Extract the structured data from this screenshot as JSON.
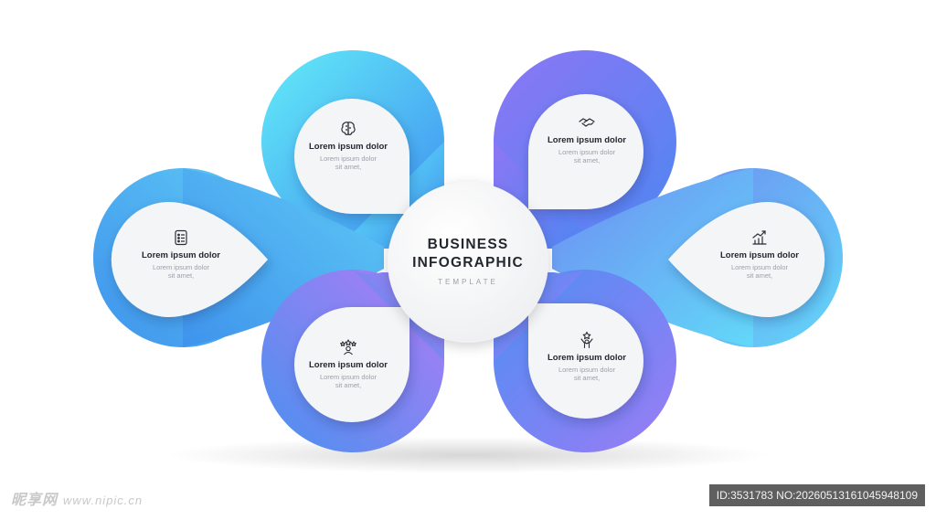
{
  "center": {
    "title_line1": "BUSINESS",
    "title_line2": "INFOGRAPHIC",
    "subtitle": "TEMPLATE"
  },
  "items": [
    {
      "icon": "brain-icon",
      "title": "Lorem ipsum dolor",
      "desc_line1": "Lorem ipsum dolor",
      "desc_line2": "sit amet,"
    },
    {
      "icon": "handshake-icon",
      "title": "Lorem ipsum dolor",
      "desc_line1": "Lorem ipsum dolor",
      "desc_line2": "sit amet,"
    },
    {
      "icon": "checklist-icon",
      "title": "Lorem ipsum dolor",
      "desc_line1": "Lorem ipsum dolor",
      "desc_line2": "sit amet,"
    },
    {
      "icon": "growth-chart-icon",
      "title": "Lorem ipsum dolor",
      "desc_line1": "Lorem ipsum dolor",
      "desc_line2": "sit amet,"
    },
    {
      "icon": "team-stars-icon",
      "title": "Lorem ipsum dolor",
      "desc_line1": "Lorem ipsum dolor",
      "desc_line2": "sit amet,"
    },
    {
      "icon": "achiever-star-icon",
      "title": "Lorem ipsum dolor",
      "desc_line1": "Lorem ipsum dolor",
      "desc_line2": "sit amet,"
    }
  ],
  "colors": {
    "cyan": "#5fe0f7",
    "blue": "#4aa6f0",
    "indigo": "#5b7df2",
    "violet": "#9a7cf5"
  },
  "watermark": {
    "left_brand": "昵享网",
    "left_url": "www.nipic.cn",
    "right_id": "ID:3531783 NO:20260513161045948109"
  }
}
